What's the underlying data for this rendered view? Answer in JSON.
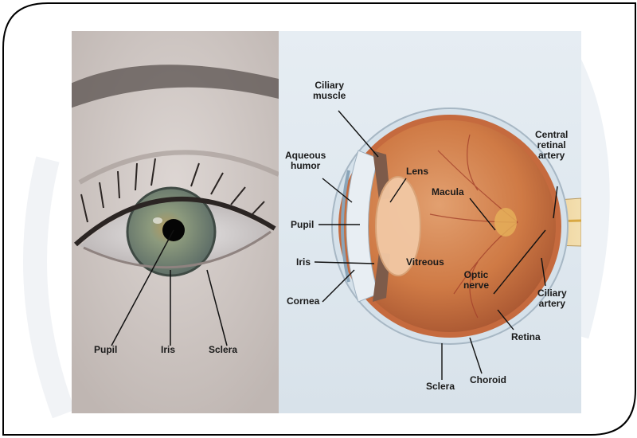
{
  "photo_labels": {
    "pupil": "Pupil",
    "iris": "Iris",
    "sclera": "Sclera"
  },
  "diagram_labels": {
    "ciliary_muscle": "Ciliary\nmuscle",
    "aqueous_humor": "Aqueous\nhumor",
    "lens": "Lens",
    "macula": "Macula",
    "pupil": "Pupil",
    "iris": "Iris",
    "vitreous": "Vitreous",
    "optic_nerve": "Optic\nnerve",
    "cornea": "Cornea",
    "central_retinal_artery": "Central\nretinal\nartery",
    "ciliary_artery": "Ciliary\nartery",
    "retina": "Retina",
    "choroid": "Choroid",
    "sclera": "Sclera"
  },
  "colors": {
    "frame_border": "#000000",
    "eyeball": "#c9703f",
    "sclera_layer": "#d7e3ec",
    "iris_photo": "#7d8f7a"
  }
}
